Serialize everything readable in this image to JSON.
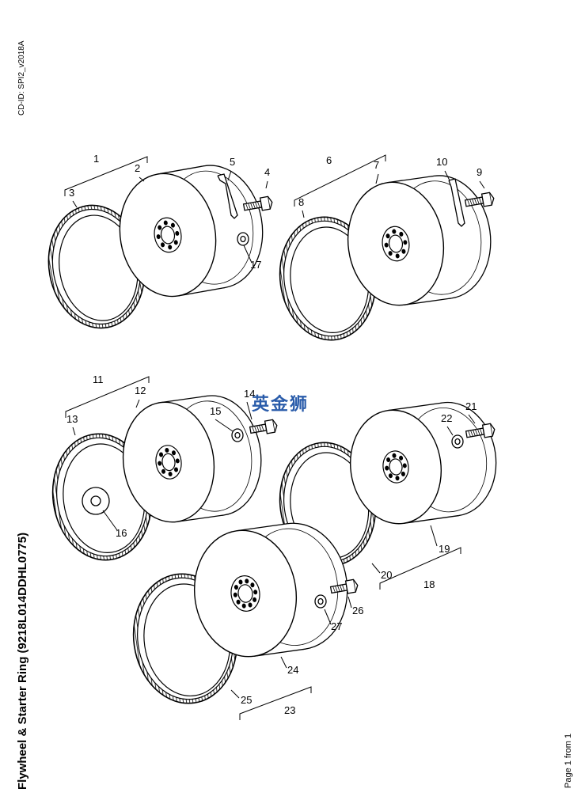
{
  "header": {
    "cd_id": "CD-ID: SPI2_v2018A"
  },
  "title": "Flywheel & Starter Ring (9218L014DDHL0775)",
  "footer": {
    "page": "Page 1 from 1"
  },
  "watermark": "英金狮",
  "callouts": [
    "1",
    "2",
    "3",
    "4",
    "5",
    "6",
    "7",
    "8",
    "9",
    "10",
    "11",
    "12",
    "13",
    "14",
    "15",
    "16",
    "17",
    "18",
    "19",
    "20",
    "21",
    "22",
    "23",
    "24",
    "25",
    "26",
    "27"
  ]
}
